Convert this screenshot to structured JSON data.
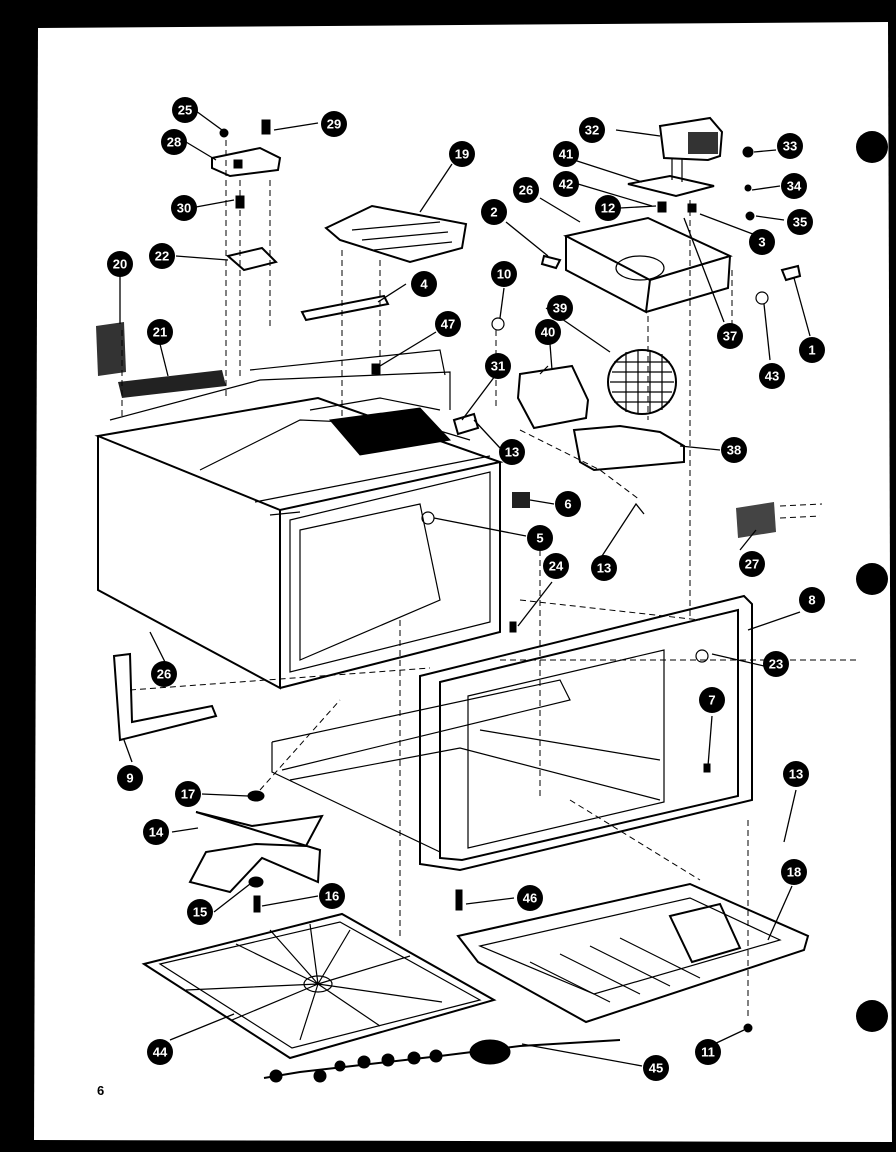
{
  "page": {
    "number": "6",
    "paper_color": "#ffffff",
    "ink_color": "#000000"
  },
  "callouts": [
    {
      "label": "25"
    },
    {
      "label": "28"
    },
    {
      "label": "29"
    },
    {
      "label": "30"
    },
    {
      "label": "22"
    },
    {
      "label": "20"
    },
    {
      "label": "21"
    },
    {
      "label": "19"
    },
    {
      "label": "4"
    },
    {
      "label": "47"
    },
    {
      "label": "10"
    },
    {
      "label": "31"
    },
    {
      "label": "13"
    },
    {
      "label": "40"
    },
    {
      "label": "39"
    },
    {
      "label": "2"
    },
    {
      "label": "26"
    },
    {
      "label": "12"
    },
    {
      "label": "42"
    },
    {
      "label": "41"
    },
    {
      "label": "32"
    },
    {
      "label": "33"
    },
    {
      "label": "34"
    },
    {
      "label": "35"
    },
    {
      "label": "3"
    },
    {
      "label": "37"
    },
    {
      "label": "43"
    },
    {
      "label": "1"
    },
    {
      "label": "38"
    },
    {
      "label": "6"
    },
    {
      "label": "5"
    },
    {
      "label": "13"
    },
    {
      "label": "27"
    },
    {
      "label": "24"
    },
    {
      "label": "26"
    },
    {
      "label": "8"
    },
    {
      "label": "23"
    },
    {
      "label": "7"
    },
    {
      "label": "9"
    },
    {
      "label": "17"
    },
    {
      "label": "14"
    },
    {
      "label": "15"
    },
    {
      "label": "16"
    },
    {
      "label": "46"
    },
    {
      "label": "13"
    },
    {
      "label": "18"
    },
    {
      "label": "44"
    },
    {
      "label": "45"
    },
    {
      "label": "11"
    }
  ]
}
